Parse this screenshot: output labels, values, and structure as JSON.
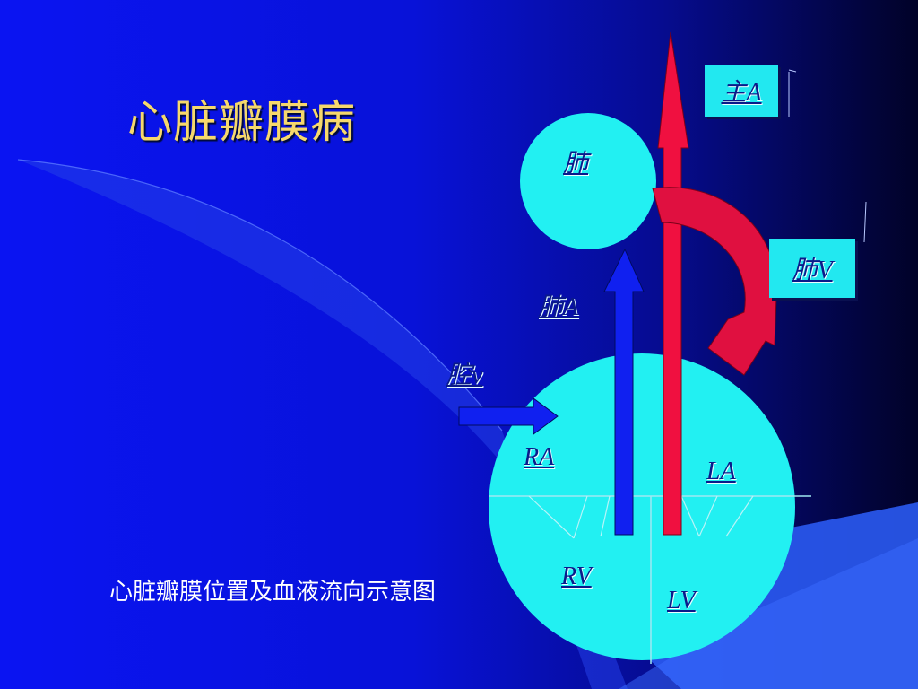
{
  "slide": {
    "title": "心脏瓣膜病",
    "caption": "心脏瓣膜位置及血液流向示意图"
  },
  "diagram": {
    "labels": {
      "aorta": "主A",
      "lung": "肺",
      "pulmonary_vein": "肺V",
      "pulmonary_artery": "肺A",
      "vena_cava": "腔v",
      "right_atrium": "RA",
      "left_atrium": "LA",
      "right_ventricle": "RV",
      "left_ventricle": "LV"
    }
  },
  "colors": {
    "background_blue": "#0a14f2",
    "dark_navy": "#020435",
    "heart_cyan": "#22f0f2",
    "arterial_red": "#f01040",
    "venous_blue": "#1020f0",
    "title_gold": "#f6d86c",
    "label_navy": "#0a1a8a"
  }
}
